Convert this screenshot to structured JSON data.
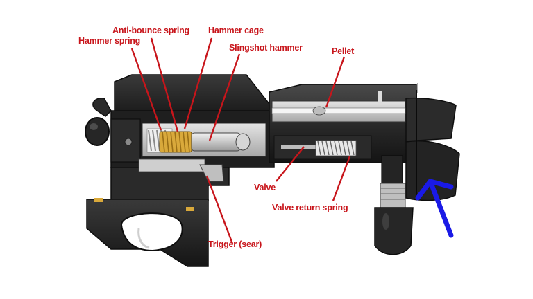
{
  "labels": {
    "anti_bounce_spring": "Anti-bounce spring",
    "hammer_cage": "Hammer cage",
    "hammer_spring": "Hammer spring",
    "slingshot_hammer": "Slingshot hammer",
    "pellet": "Pellet",
    "valve": "Valve",
    "valve_return_spring": "Valve return spring",
    "trigger_sear": "Trigger (sear)"
  },
  "colors": {
    "label_red": "#c8151b",
    "pointer_red": "#c8151b",
    "body_dark": "#1c1c1c",
    "body_mid": "#2e2e2e",
    "cutaway_grey": "#c9c9c9",
    "spring_brass": "#d9a93b",
    "arrow_blue": "#1a1ae6"
  },
  "icons": {
    "marker": "blue-arrow-pointer-icon"
  }
}
